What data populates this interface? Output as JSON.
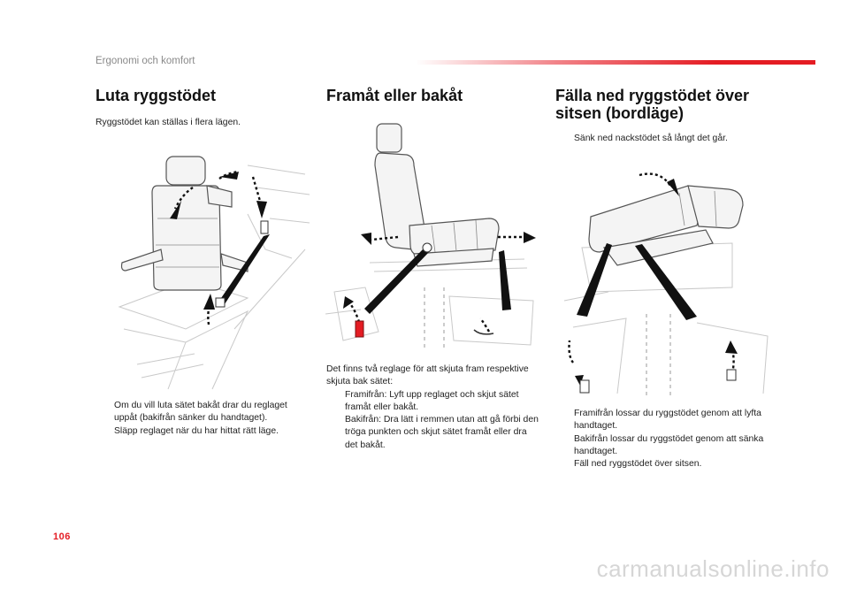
{
  "header": {
    "section": "Ergonomi och komfort"
  },
  "col1": {
    "title": "Luta ryggstödet",
    "intro": "Ryggstödet kan ställas i flera lägen.",
    "bullets": [
      "Om du vill luta sätet bakåt drar du reglaget uppåt (bakifrån sänker du handtaget).",
      "Släpp reglaget när du har hittat rätt läge."
    ]
  },
  "col2": {
    "title": "Framåt eller bakåt",
    "intro": "Det finns två reglage för att skjuta fram respektive skjuta bak sätet:",
    "bullets": [
      "Framifrån: Lyft upp reglaget och skjut sätet framåt eller bakåt.",
      "Bakifrån: Dra lätt i remmen utan att gå förbi den tröga punkten och skjut sätet framåt eller dra det bakåt."
    ]
  },
  "col3": {
    "title": "Fälla ned ryggstödet över sitsen (bordläge)",
    "intro_bullet": "Sänk ned nackstödet så långt det går.",
    "bullets": [
      "Framifrån lossar du ryggstödet genom att lyfta handtaget.",
      "Bakifrån lossar du ryggstödet genom att sänka handtaget.",
      "Fäll ned ryggstödet över sitsen."
    ]
  },
  "bullet_glyph": "",
  "footer": {
    "page_number": "106",
    "watermark": "carmanualsonline.info"
  },
  "colors": {
    "accent": "#e41c23",
    "text": "#222222",
    "muted": "#8a8a8a"
  },
  "icons": [
    "seat-recline-illustration",
    "seat-slide-illustration",
    "seat-table-mode-illustration"
  ]
}
